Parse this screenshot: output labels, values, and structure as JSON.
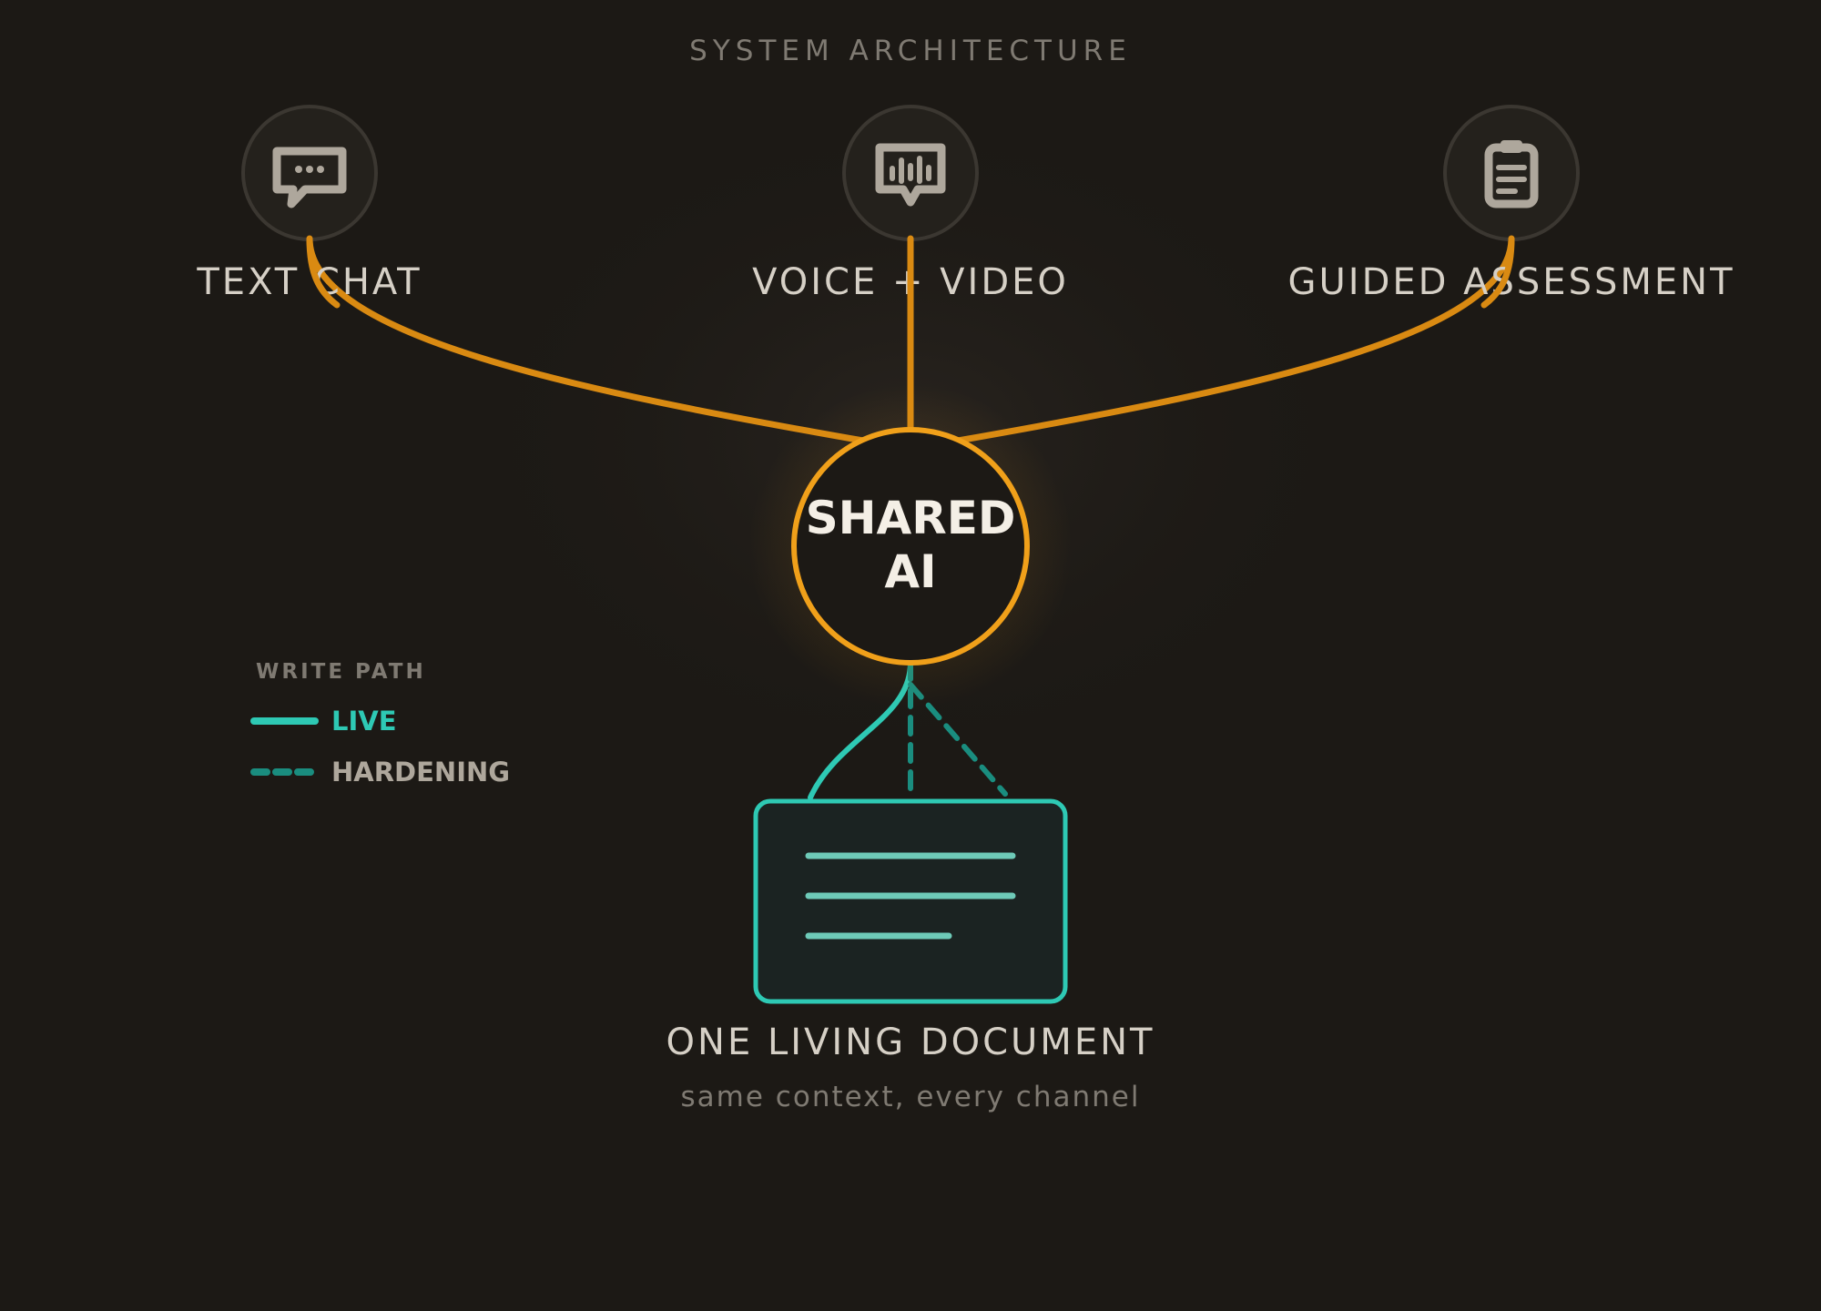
{
  "header": {
    "title": "SYSTEM ARCHITECTURE"
  },
  "channels": [
    {
      "label": "TEXT CHAT",
      "icon": "chat-bubble-icon"
    },
    {
      "label": "VOICE + VIDEO",
      "icon": "voice-waveform-icon"
    },
    {
      "label": "GUIDED ASSESSMENT",
      "icon": "clipboard-icon"
    }
  ],
  "hub": {
    "line1": "SHARED",
    "line2": "AI"
  },
  "legend": {
    "title": "WRITE PATH",
    "live_label": "LIVE",
    "hardening_label": "HARDENING"
  },
  "document": {
    "title": "ONE LIVING DOCUMENT",
    "subtitle": "same context, every channel",
    "icon": "document-icon"
  },
  "colors": {
    "background": "#1c1915",
    "orange": "#d98a12",
    "orange_ring": "#f0a01a",
    "teal": "#2ec9b4",
    "teal_dark": "#1a8d7f",
    "icon_gray": "#aea79c",
    "label_light": "#d6d0c6",
    "label_dim": "#7f7a72"
  }
}
